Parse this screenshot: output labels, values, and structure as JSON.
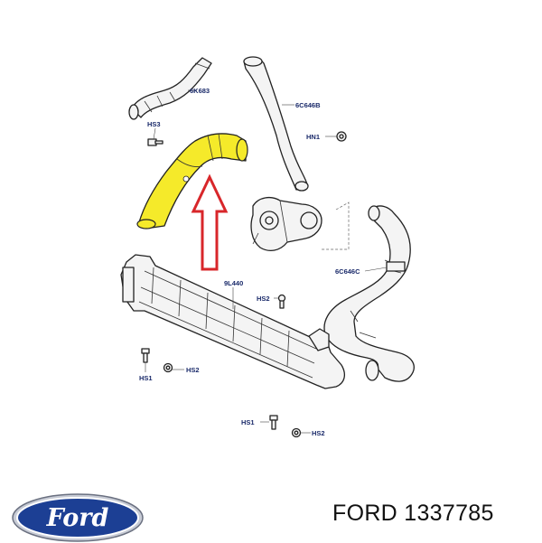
{
  "labels": {
    "hose_6k683": "6K683",
    "pipe_6c646b": "6C646B",
    "bolt_hs3": "HS3",
    "nut_hn1": "HN1",
    "intercooler_9l440": "9L440",
    "bolt_hs2_mid": "HS2",
    "hose_6c646c": "6C646C",
    "bolt_hs1_left": "HS1",
    "bolt_hs2_left": "HS2",
    "bolt_hs1_bottom": "HS1",
    "bolt_hs2_bottom": "HS2"
  },
  "highlight_color": "#f5ea2a",
  "arrow_color": "#d8262a",
  "logo_text": "Ford",
  "caption": "FORD 1337785"
}
